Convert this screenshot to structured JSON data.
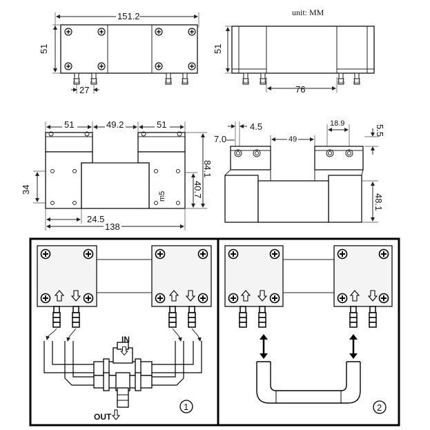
{
  "unit_label": "unit: MM",
  "top_view": {
    "width": "151.2",
    "height": "51",
    "port_offset": "27"
  },
  "side_view": {
    "height": "51",
    "port_span": "76"
  },
  "front_view": {
    "left_width": "51",
    "middle_width": "49.2",
    "right_width": "51",
    "total_height": "84.1",
    "inner_height": "40.7",
    "left_height": "34",
    "offset": "24.5",
    "total_width": "138",
    "screw_label": "m5"
  },
  "end_view": {
    "port_pitch": "4.5",
    "port_offset": "7.0",
    "center": "49",
    "port_spacing": "18.9",
    "edge": "5.5",
    "lower_height": "48.1"
  },
  "diagram_1": {
    "in_label": "IN",
    "out_label": "OUT",
    "number": "1"
  },
  "diagram_2": {
    "number": "2"
  }
}
